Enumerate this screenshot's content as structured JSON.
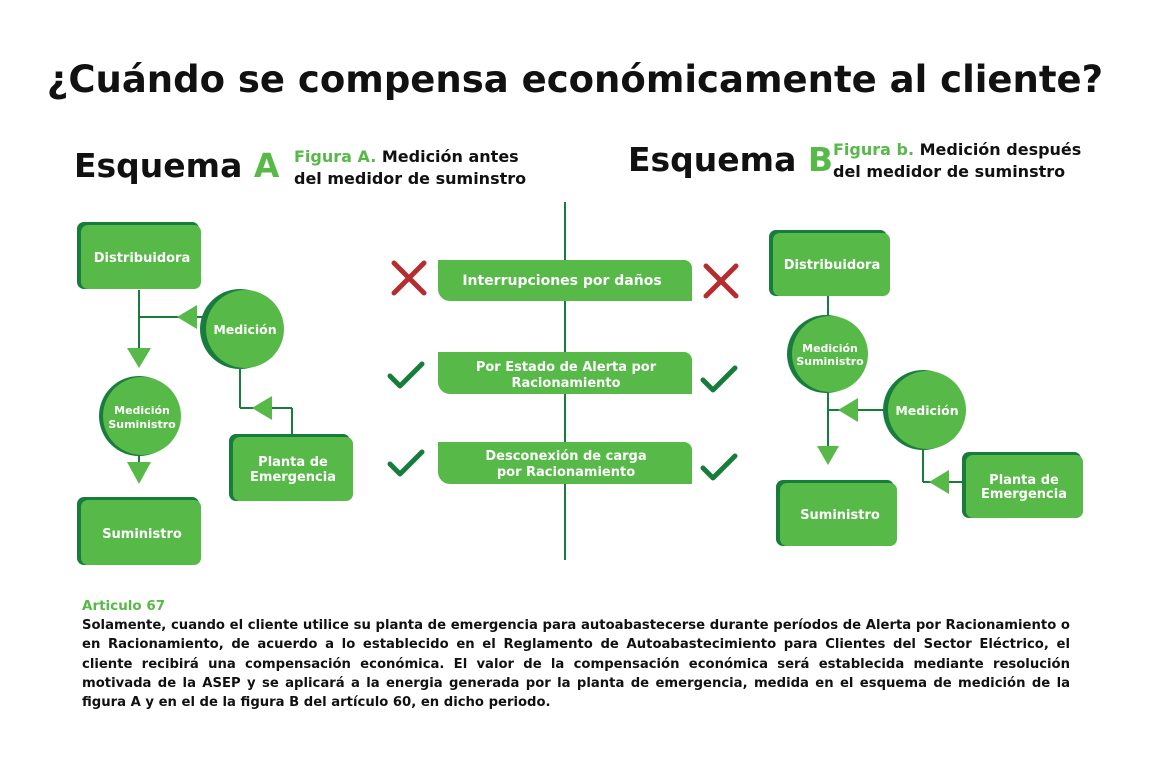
{
  "title": "¿Cuándo se compensa económicamente al cliente?",
  "scheme_a": {
    "heading": "Esquema",
    "letter": "A",
    "figure_label": "Figura A.",
    "figure_line1": "Medición antes",
    "figure_line2": "del medidor de suminstro",
    "nodes": {
      "distribuidora": "Distribuidora",
      "medicion": "Medición",
      "medicion_suministro_1": "Medición",
      "medicion_suministro_2": "Suministro",
      "planta_1": "Planta de",
      "planta_2": "Emergencia",
      "suministro": "Suministro"
    }
  },
  "scheme_b": {
    "heading": "Esquema",
    "letter": "B",
    "figure_label": "Figura b.",
    "figure_line1": "Medición después",
    "figure_line2": "del medidor de suminstro",
    "nodes": {
      "distribuidora": "Distribuidora",
      "medicion_suministro_1": "Medición",
      "medicion_suministro_2": "Suministro",
      "medicion": "Medición",
      "planta_1": "Planta de",
      "planta_2": "Emergencia",
      "suministro": "Suministro"
    }
  },
  "cases": [
    {
      "line1": "Interrupciones por daños",
      "line2": "",
      "compensated": false
    },
    {
      "line1": "Por Estado de Alerta por",
      "line2": "Racionamiento",
      "compensated": true
    },
    {
      "line1": "Desconexión de carga",
      "line2": "por Racionamiento",
      "compensated": true
    }
  ],
  "article": {
    "title": "Articulo 67",
    "body": "Solamente, cuando el cliente utilice su planta de emergencia para autoabastecerse durante períodos de Alerta por Racionamiento o en Racionamiento, de acuerdo a lo establecido en el Reglamento de Autoabastecimiento para Clientes del Sector Eléctrico, el cliente recibirá una compensación económica. El valor de la compensación económica será establecida mediante resolución motivada de la ASEP y se aplicará a la energia generada por la planta de emergencia, medida en el esquema de medición de la figura A y en el de la figura B del artículo 60, en dicho periodo."
  },
  "colors": {
    "green": "#57b947",
    "dark_green": "#187c3c",
    "red": "#b52d2e"
  }
}
